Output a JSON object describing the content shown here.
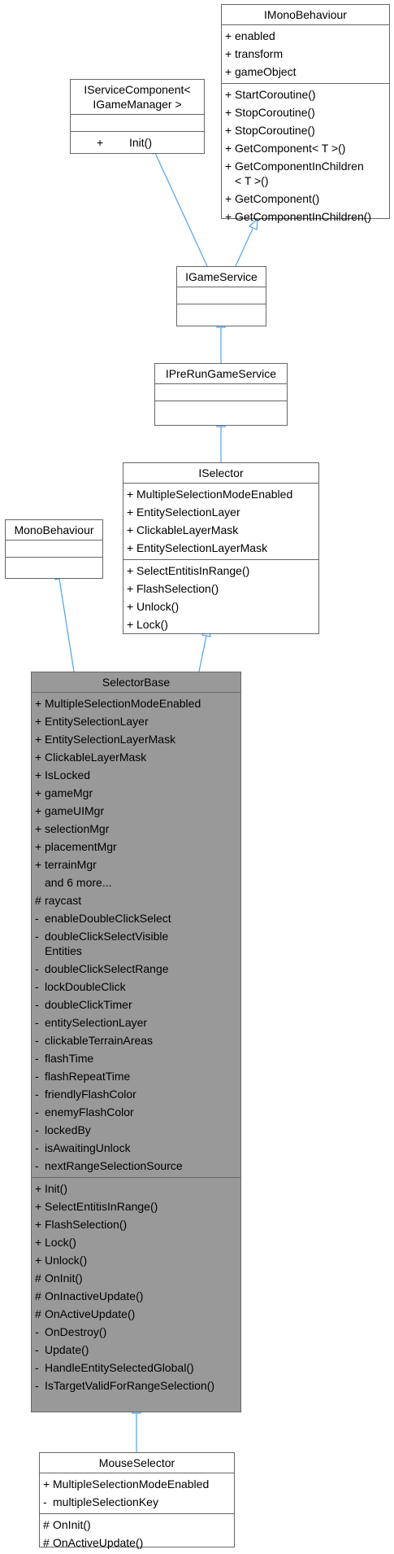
{
  "colors": {
    "edge": "#4ea2ef",
    "highlight_fill": "#999999",
    "border": "#666666"
  },
  "classes": {
    "imono": {
      "title": "IMonoBehaviour",
      "sections": [
        [
          {
            "vis": "+",
            "name": "enabled"
          },
          {
            "vis": "+",
            "name": "transform"
          },
          {
            "vis": "+",
            "name": "gameObject"
          }
        ],
        [
          {
            "vis": "+",
            "name": "StartCoroutine()"
          },
          {
            "vis": "+",
            "name": "StopCoroutine()"
          },
          {
            "vis": "+",
            "name": "StopCoroutine()"
          },
          {
            "vis": "+",
            "name": "GetComponent< T >()"
          },
          {
            "vis": "+",
            "name": "GetComponentInChildren\n< T >()"
          },
          {
            "vis": "+",
            "name": "GetComponent()"
          },
          {
            "vis": "+",
            "name": "GetComponentInChildren()"
          }
        ]
      ]
    },
    "iservice": {
      "title": "IServiceComponent<\nIGameManager >",
      "sections": [
        [],
        [
          {
            "vis": "+",
            "name": "Init()"
          }
        ]
      ]
    },
    "igameservice": {
      "title": "IGameService",
      "sections": [
        [],
        []
      ]
    },
    "iprerun": {
      "title": "IPreRunGameService",
      "sections": [
        [],
        []
      ]
    },
    "iselector": {
      "title": "ISelector",
      "sections": [
        [
          {
            "vis": "+",
            "name": "MultipleSelectionModeEnabled"
          },
          {
            "vis": "+",
            "name": "EntitySelectionLayer"
          },
          {
            "vis": "+",
            "name": "ClickableLayerMask"
          },
          {
            "vis": "+",
            "name": "EntitySelectionLayerMask"
          }
        ],
        [
          {
            "vis": "+",
            "name": "SelectEntitisInRange()"
          },
          {
            "vis": "+",
            "name": "FlashSelection()"
          },
          {
            "vis": "+",
            "name": "Unlock()"
          },
          {
            "vis": "+",
            "name": "Lock()"
          }
        ]
      ]
    },
    "monobehaviour": {
      "title": "MonoBehaviour",
      "sections": [
        [],
        []
      ]
    },
    "selectorbase": {
      "title": "SelectorBase",
      "sections": [
        [
          {
            "vis": "+",
            "name": "MultipleSelectionModeEnabled"
          },
          {
            "vis": "+",
            "name": "EntitySelectionLayer"
          },
          {
            "vis": "+",
            "name": "EntitySelectionLayerMask"
          },
          {
            "vis": "+",
            "name": "ClickableLayerMask"
          },
          {
            "vis": "+",
            "name": "IsLocked"
          },
          {
            "vis": "+",
            "name": "gameMgr"
          },
          {
            "vis": "+",
            "name": "gameUIMgr"
          },
          {
            "vis": "+",
            "name": "selectionMgr"
          },
          {
            "vis": "+",
            "name": "placementMgr"
          },
          {
            "vis": "+",
            "name": "terrainMgr"
          },
          {
            "vis": "",
            "name": "and 6 more..."
          },
          {
            "vis": "#",
            "name": "raycast"
          },
          {
            "vis": "-",
            "name": "enableDoubleClickSelect"
          },
          {
            "vis": "-",
            "name": "doubleClickSelectVisible\nEntities"
          },
          {
            "vis": "-",
            "name": "doubleClickSelectRange"
          },
          {
            "vis": "-",
            "name": "lockDoubleClick"
          },
          {
            "vis": "-",
            "name": "doubleClickTimer"
          },
          {
            "vis": "-",
            "name": "entitySelectionLayer"
          },
          {
            "vis": "-",
            "name": "clickableTerrainAreas"
          },
          {
            "vis": "-",
            "name": "flashTime"
          },
          {
            "vis": "-",
            "name": "flashRepeatTime"
          },
          {
            "vis": "-",
            "name": "friendlyFlashColor"
          },
          {
            "vis": "-",
            "name": "enemyFlashColor"
          },
          {
            "vis": "-",
            "name": "lockedBy"
          },
          {
            "vis": "-",
            "name": "isAwaitingUnlock"
          },
          {
            "vis": "-",
            "name": "nextRangeSelectionSource"
          }
        ],
        [
          {
            "vis": "+",
            "name": "Init()"
          },
          {
            "vis": "+",
            "name": "SelectEntitisInRange()"
          },
          {
            "vis": "+",
            "name": "FlashSelection()"
          },
          {
            "vis": "+",
            "name": "Lock()"
          },
          {
            "vis": "+",
            "name": "Unlock()"
          },
          {
            "vis": "#",
            "name": "OnInit()"
          },
          {
            "vis": "#",
            "name": "OnInactiveUpdate()"
          },
          {
            "vis": "#",
            "name": "OnActiveUpdate()"
          },
          {
            "vis": "-",
            "name": "OnDestroy()"
          },
          {
            "vis": "-",
            "name": "Update()"
          },
          {
            "vis": "-",
            "name": "HandleEntitySelectedGlobal()"
          },
          {
            "vis": "-",
            "name": "IsTargetValidForRangeSelection()"
          }
        ]
      ]
    },
    "mouseselector": {
      "title": "MouseSelector",
      "sections": [
        [
          {
            "vis": "+",
            "name": "MultipleSelectionModeEnabled"
          },
          {
            "vis": "-",
            "name": "multipleSelectionKey"
          }
        ],
        [
          {
            "vis": "#",
            "name": "OnInit()"
          },
          {
            "vis": "#",
            "name": "OnActiveUpdate()"
          }
        ]
      ]
    }
  }
}
